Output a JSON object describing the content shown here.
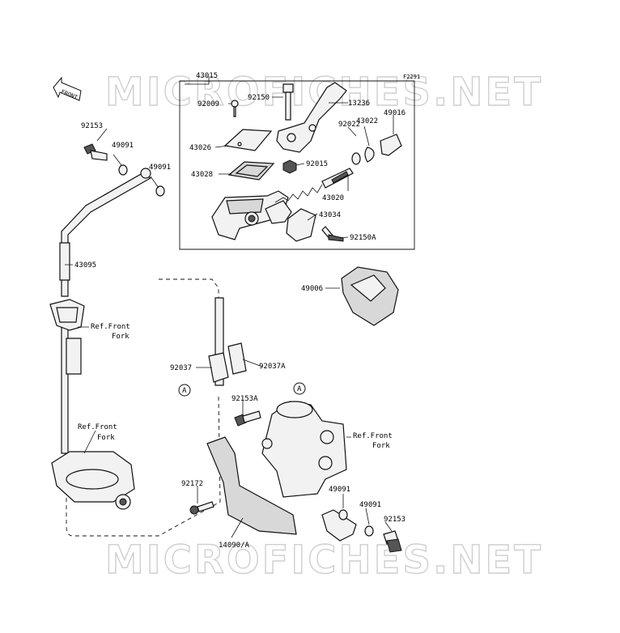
{
  "watermark": "MICROFICHES.NET",
  "figure_code": "F2291",
  "front_indicator": "FRONT",
  "callout_a": "A",
  "labels": {
    "p43015": "43015",
    "p92009": "92009",
    "p92150": "92150",
    "p13236": "13236",
    "p49016": "49016",
    "p43022": "43022",
    "p92022": "92022",
    "p43026": "43026",
    "p92015": "92015",
    "p43028": "43028",
    "p43020": "43020",
    "p43034": "43034",
    "p92150A": "92150A",
    "p92153_top": "92153",
    "p49091_top1": "49091",
    "p49091_top2": "49091",
    "p43095": "43095",
    "p49006": "49006",
    "ref_front_fork_1a": "Ref.Front",
    "ref_front_fork_1b": "Fork",
    "ref_front_fork_2a": "Ref.Front",
    "ref_front_fork_2b": "Fork",
    "ref_front_fork_3a": "Ref.Front",
    "ref_front_fork_3b": "Fork",
    "p92037": "92037",
    "p92037A": "92037A",
    "p92153A": "92153A",
    "p92172": "92172",
    "p14090A": "14090/A",
    "p49091_bot1": "49091",
    "p49091_bot2": "49091",
    "p92153_bot": "92153"
  }
}
